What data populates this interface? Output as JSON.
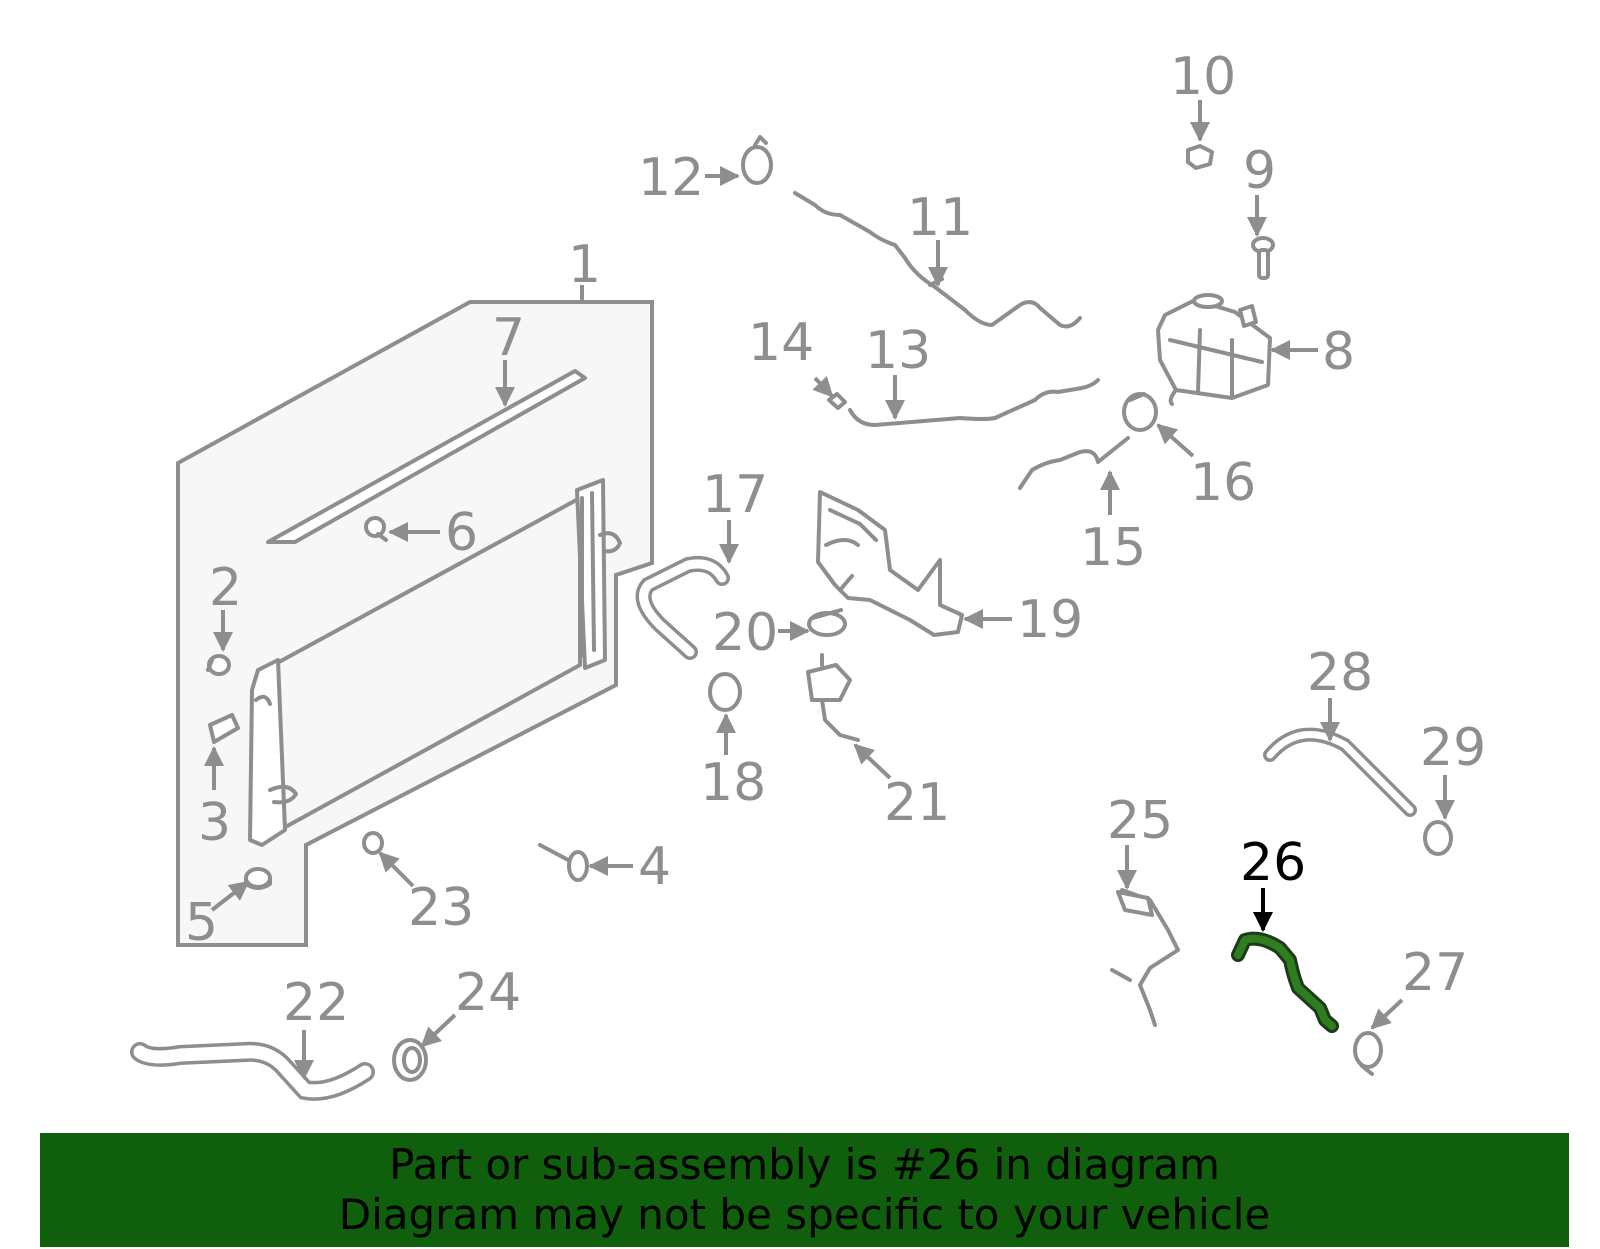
{
  "colors": {
    "part_stroke": "#8e8e8e",
    "highlight_part": "#2e7d1f",
    "highlight_label": "#000000",
    "banner_bg": "#0f5f0c",
    "panel_bg": "#f7f7f7"
  },
  "callouts": [
    {
      "id": "1",
      "label": "1"
    },
    {
      "id": "2",
      "label": "2"
    },
    {
      "id": "3",
      "label": "3"
    },
    {
      "id": "4",
      "label": "4"
    },
    {
      "id": "5",
      "label": "5"
    },
    {
      "id": "6",
      "label": "6"
    },
    {
      "id": "7",
      "label": "7"
    },
    {
      "id": "8",
      "label": "8"
    },
    {
      "id": "9",
      "label": "9"
    },
    {
      "id": "10",
      "label": "10"
    },
    {
      "id": "11",
      "label": "11"
    },
    {
      "id": "12",
      "label": "12"
    },
    {
      "id": "13",
      "label": "13"
    },
    {
      "id": "14",
      "label": "14"
    },
    {
      "id": "15",
      "label": "15"
    },
    {
      "id": "16",
      "label": "16"
    },
    {
      "id": "17",
      "label": "17"
    },
    {
      "id": "18",
      "label": "18"
    },
    {
      "id": "19",
      "label": "19"
    },
    {
      "id": "20",
      "label": "20"
    },
    {
      "id": "21",
      "label": "21"
    },
    {
      "id": "22",
      "label": "22"
    },
    {
      "id": "23",
      "label": "23"
    },
    {
      "id": "24",
      "label": "24"
    },
    {
      "id": "25",
      "label": "25"
    },
    {
      "id": "26",
      "label": "26",
      "highlighted": true
    },
    {
      "id": "27",
      "label": "27"
    },
    {
      "id": "28",
      "label": "28"
    },
    {
      "id": "29",
      "label": "29"
    }
  ],
  "banner": {
    "line1": "Part or sub-assembly is #26 in diagram",
    "line2": "Diagram may not be specific to your vehicle"
  }
}
